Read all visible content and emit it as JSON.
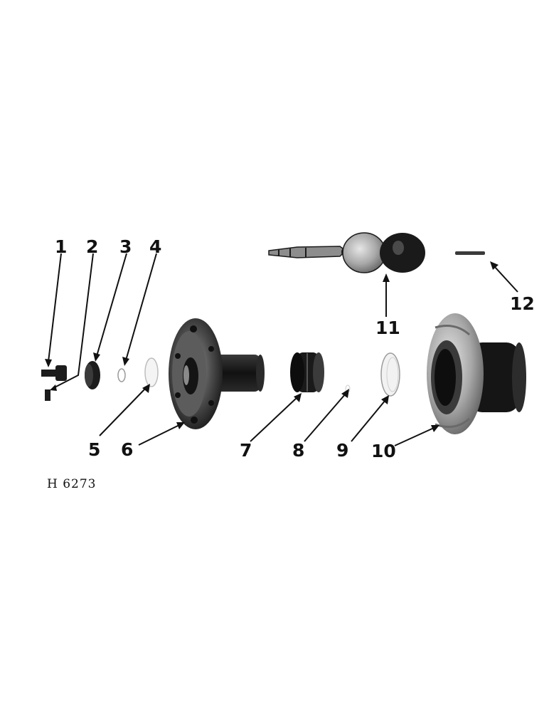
{
  "figure_id": "H 6273",
  "callouts": {
    "c1": "1",
    "c2": "2",
    "c3": "3",
    "c4": "4",
    "c5": "5",
    "c6": "6",
    "c7": "7",
    "c8": "8",
    "c9": "9",
    "c10": "10",
    "c11": "11",
    "c12": "12"
  },
  "colors": {
    "ink": "#111111",
    "dark_part": "#1c1c1c",
    "mid_part": "#6e6e6e",
    "light_part": "#d9d9d9"
  }
}
